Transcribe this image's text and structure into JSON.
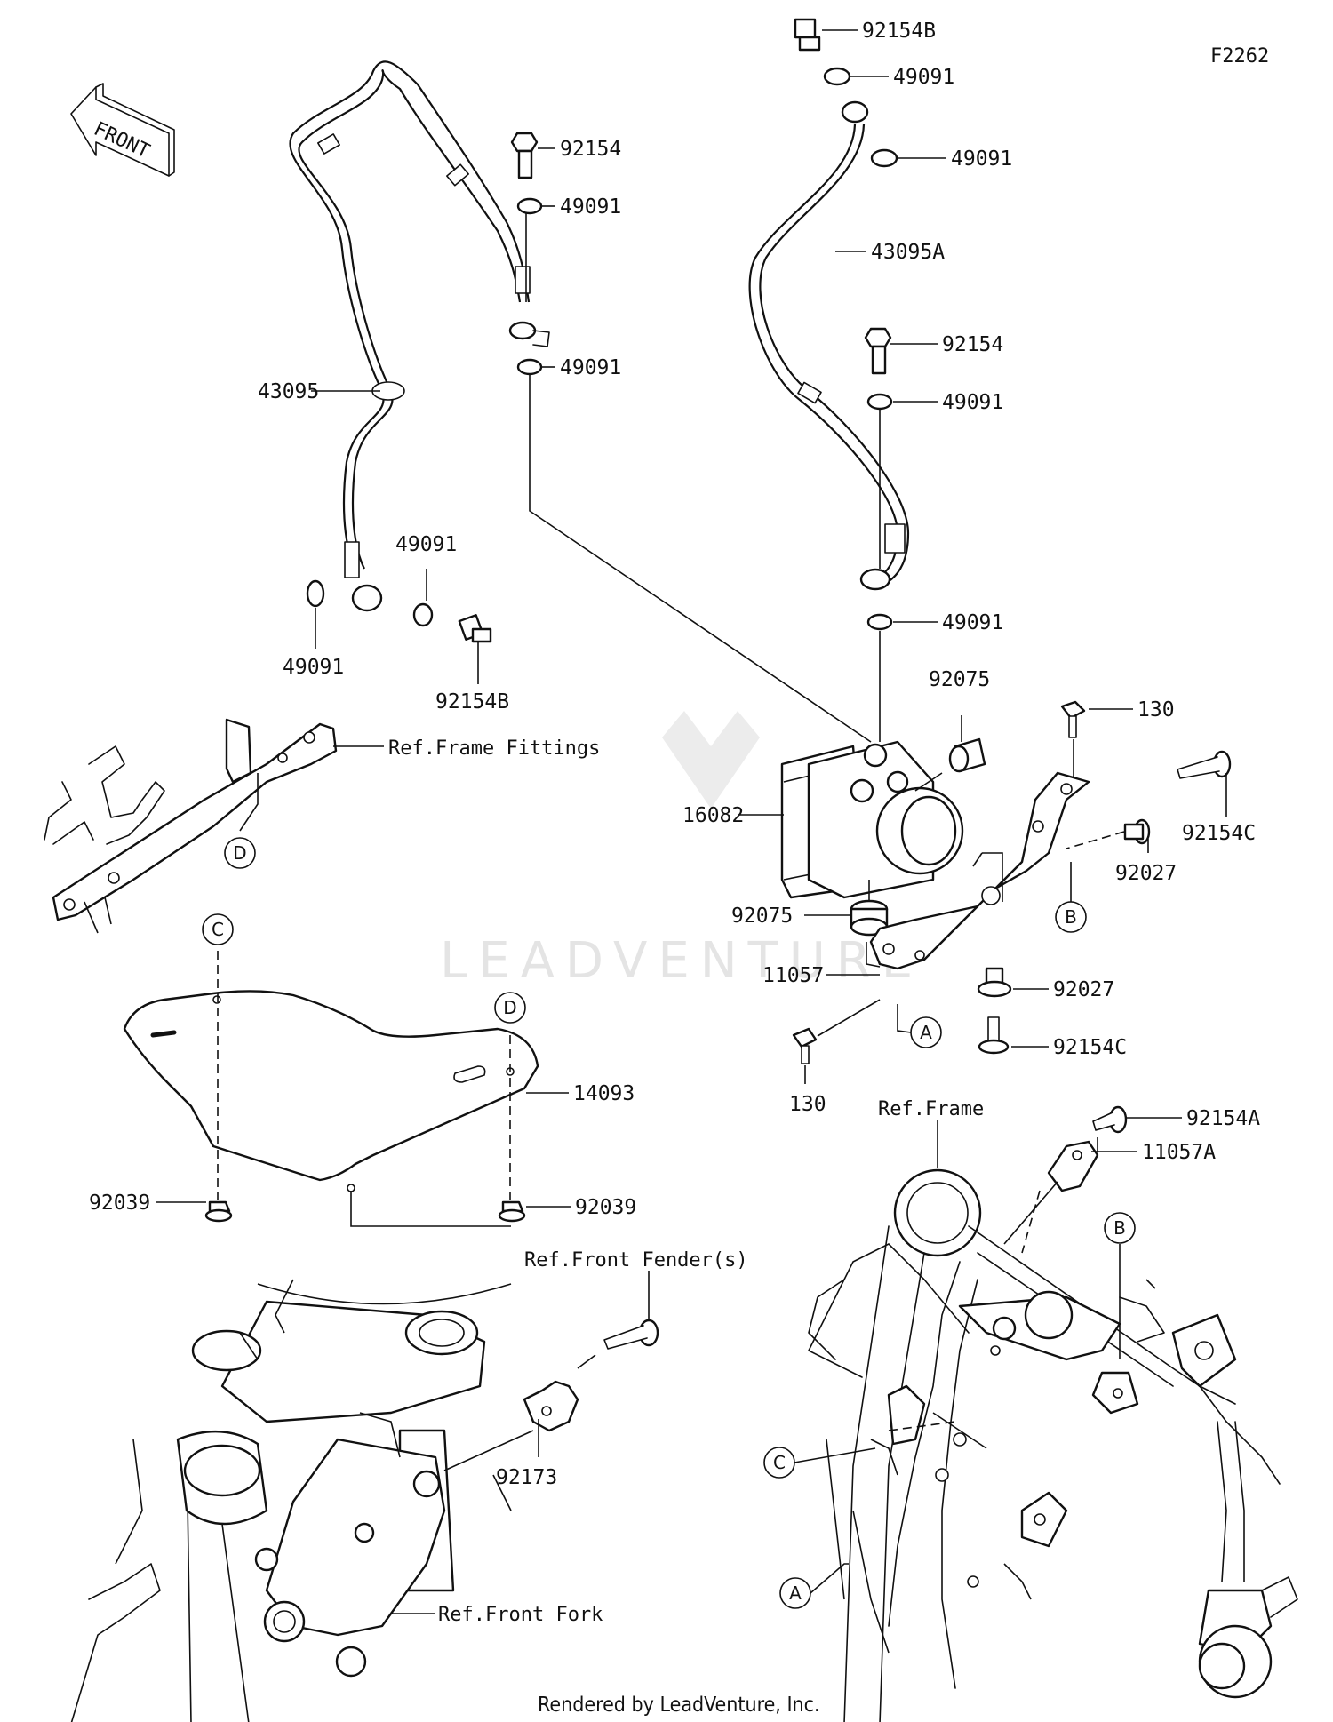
{
  "figure_code": "F2262",
  "front_arrow_label": "FRONT",
  "watermark": "LEADVENTURE",
  "footer": "Rendered by LeadVenture, Inc.",
  "parts": {
    "p92154B_top": "92154B",
    "p49091_a": "49091",
    "p49091_b": "49091",
    "p43095A": "43095A",
    "p92154_r": "92154",
    "p49091_c": "49091",
    "p49091_d": "49091",
    "p92154_l": "92154",
    "p49091_e": "49091",
    "p49091_f": "49091",
    "p43095": "43095",
    "p49091_g": "49091",
    "p49091_h": "49091",
    "p92154B_low": "92154B",
    "p92075_top": "92075",
    "p130_top": "130",
    "p16082": "16082",
    "p92154C_r": "92154C",
    "p92027_r": "92027",
    "p92075_bot": "92075",
    "p11057": "11057",
    "p92027_b": "92027",
    "p92154C_b": "92154C",
    "p130_bot": "130",
    "p14093": "14093",
    "p92039_l": "92039",
    "p92039_r": "92039",
    "p92154A": "92154A",
    "p11057A": "11057A",
    "p92173": "92173"
  },
  "refs": {
    "frame_fittings": "Ref.Frame Fittings",
    "frame": "Ref.Frame",
    "front_fenders": "Ref.Front Fender(s)",
    "front_fork": "Ref.Front Fork"
  },
  "callouts": {
    "a1": "A",
    "a2": "A",
    "b1": "B",
    "b2": "B",
    "c1": "C",
    "c2": "C",
    "d1": "D",
    "d2": "D"
  }
}
